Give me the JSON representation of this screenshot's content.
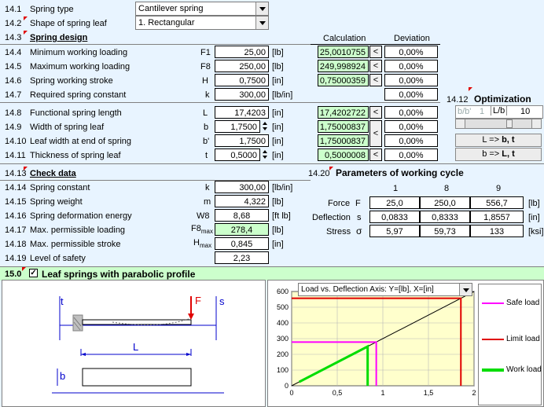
{
  "rows": {
    "r14_1": {
      "num": "14.1",
      "label": "Spring type"
    },
    "r14_2": {
      "num": "14.2",
      "label": "Shape of spring leaf"
    },
    "r14_3": {
      "num": "14.3",
      "label": "Spring design"
    },
    "r14_4": {
      "num": "14.4",
      "label": "Minimum working loading",
      "sym": "F1",
      "value": "25,00",
      "unit": "[lb]",
      "calc": "25,0010755",
      "dev": "0,00%"
    },
    "r14_5": {
      "num": "14.5",
      "label": "Maximum working loading",
      "sym": "F8",
      "value": "250,00",
      "unit": "[lb]",
      "calc": "249,998924",
      "dev": "0,00%"
    },
    "r14_6": {
      "num": "14.6",
      "label": "Spring working stroke",
      "sym": "H",
      "value": "0,7500",
      "unit": "[in]",
      "calc": "0,75000359",
      "dev": "0,00%"
    },
    "r14_7": {
      "num": "14.7",
      "label": "Required spring constant",
      "sym": "k",
      "value": "300,00",
      "unit": "[lb/in]",
      "dev": "0,00%"
    },
    "r14_8": {
      "num": "14.8",
      "label": "Functional spring length",
      "sym": "L",
      "value": "17,4203",
      "unit": "[in]",
      "calc": "17,4202722",
      "dev": "0,00%"
    },
    "r14_9": {
      "num": "14.9",
      "label": "Width of spring leaf",
      "sym": "b",
      "value": "1,7500",
      "unit": "[in]",
      "calc": "1,75000837",
      "dev": "0,00%"
    },
    "r14_10": {
      "num": "14.10",
      "label": "Leaf width at end of spring",
      "sym": "b'",
      "value": "1,7500",
      "unit": "[in]",
      "calc": "1,75000837",
      "dev": "0,00%"
    },
    "r14_11": {
      "num": "14.11",
      "label": "Thickness of spring leaf",
      "sym": "t",
      "value": "0,5000",
      "unit": "[in]",
      "calc": "0,5000008",
      "dev": "0,00%"
    },
    "r14_13": {
      "num": "14.13",
      "label": "Check data"
    },
    "r14_14": {
      "num": "14.14",
      "label": "Spring constant",
      "sym": "k",
      "value": "300,00",
      "unit": "[lb/in]"
    },
    "r14_15": {
      "num": "14.15",
      "label": "Spring weight",
      "sym": "m",
      "value": "4,322",
      "unit": "[lb]"
    },
    "r14_16": {
      "num": "14.16",
      "label": "Spring deformation energy",
      "sym": "W8",
      "value": "8,68",
      "unit": "[ft lb]"
    },
    "r14_17": {
      "num": "14.17",
      "label": "Max. permissible loading",
      "sym": "F8",
      "sub": "max",
      "value": "278,4",
      "unit": "[lb]"
    },
    "r14_18": {
      "num": "14.18",
      "label": "Max. permissible stroke",
      "sym": "H",
      "sub": "max",
      "value": "0,845",
      "unit": "[in]"
    },
    "r14_19": {
      "num": "14.19",
      "label": "Level of safety",
      "value": "2,23"
    }
  },
  "combos": {
    "spring_type": "Cantilever spring",
    "leaf_shape": "1.  Rectangular"
  },
  "headers": {
    "calculation": "Calculation",
    "deviation": "Deviation"
  },
  "buttons": {
    "lt": "<"
  },
  "optimization": {
    "num": "14.12",
    "title": "Optimization",
    "tabs": [
      "b/b'",
      "1",
      "L/b",
      "10"
    ],
    "btn1_pre": "L => ",
    "btn1_bold": "b, t",
    "btn2_pre": "b => ",
    "btn2_bold": "L, t"
  },
  "cycle": {
    "num": "14.20",
    "title": "Parameters of working cycle",
    "cols": [
      "1",
      "8",
      "9"
    ],
    "rows": [
      {
        "label": "Force",
        "sym": "F",
        "values": [
          "25,0",
          "250,0",
          "556,7"
        ],
        "unit": "[lb]"
      },
      {
        "label": "Deflection",
        "sym": "s",
        "values": [
          "0,0833",
          "0,8333",
          "1,8557"
        ],
        "unit": "[in]"
      },
      {
        "label": "Stress",
        "sym": "σ",
        "values": [
          "5,97",
          "59,73",
          "133"
        ],
        "unit": "[ksi]"
      }
    ]
  },
  "section15": {
    "num": "15.0",
    "title": "Leaf springs with parabolic profile"
  },
  "diagram": {
    "t": "t",
    "F": "F",
    "s": "s",
    "L": "L",
    "b": "b"
  },
  "chart_data": {
    "type": "line",
    "title": "Load vs. Deflection   Axis: Y=[lb], X=[in]",
    "xlim": [
      0,
      2
    ],
    "ylim": [
      0,
      600
    ],
    "xticks": [
      "0",
      "0,5",
      "1",
      "1,5",
      "2"
    ],
    "yticks": [
      "0",
      "100",
      "200",
      "300",
      "400",
      "500",
      "600"
    ],
    "series": [
      {
        "name": "Safe load",
        "color": "#ff00ff",
        "points": [
          [
            0,
            278.4
          ],
          [
            0.928,
            278.4
          ],
          [
            0.928,
            0
          ]
        ]
      },
      {
        "name": "Limit load",
        "color": "#e00000",
        "points": [
          [
            0,
            556.7
          ],
          [
            1.8557,
            556.7
          ],
          [
            1.8557,
            0
          ]
        ]
      },
      {
        "name": "Work load",
        "color": "#00dd00",
        "points": [
          [
            0.0833,
            25
          ],
          [
            0.8333,
            250
          ],
          [
            0.8333,
            0
          ]
        ]
      }
    ],
    "characteristic": {
      "color": "#000000",
      "points": [
        [
          0,
          0
        ],
        [
          2.0,
          600
        ]
      ]
    }
  }
}
